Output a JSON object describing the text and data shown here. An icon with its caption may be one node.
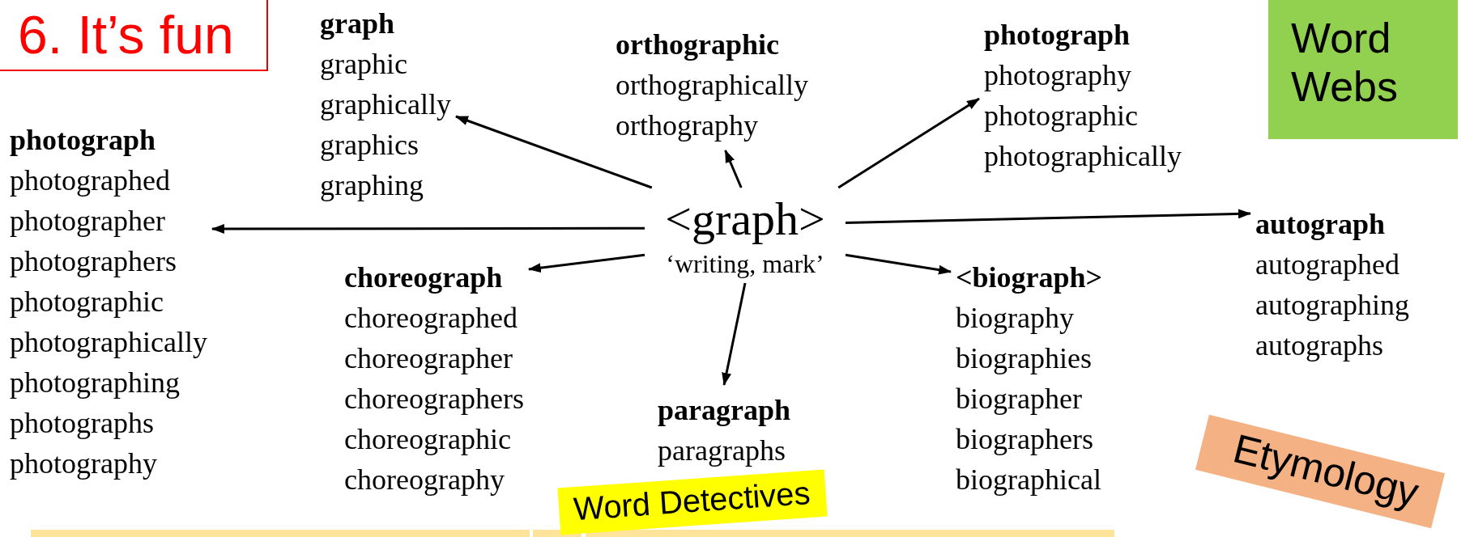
{
  "diagram": {
    "title": "6. It’s fun",
    "nodes": [
      {
        "text": [
          "<graph>"
        ],
        "beside": [
          "‘writing, mark’"
        ]
      },
      {
        "text": [
          "graph",
          "graphic",
          "graphically",
          "graphics",
          "graphing"
        ]
      },
      {
        "text": [
          "orthographic",
          "orthographically",
          "orthography"
        ]
      },
      {
        "text": [
          "photograph",
          "photography",
          "photographic",
          "photographically"
        ]
      },
      {
        "text": [
          "photograph",
          "photographed",
          "photographer",
          "photographers",
          "photographic",
          "photographically",
          "photographing",
          "photographs",
          "photography"
        ]
      },
      {
        "text": [
          "autograph",
          "autographed",
          "autographing",
          "autographs"
        ]
      },
      {
        "text": [
          "choreograph",
          "choreographed",
          "choreographer",
          "choreographers",
          "choreographic",
          "choreography"
        ]
      },
      {
        "text": [
          "<biograph>",
          "biography",
          "biographies",
          "biographer",
          "biographers",
          "biographical"
        ]
      },
      {
        "text": [
          "paragraph",
          "paragraphs"
        ]
      },
      {
        "text": [
          "Word Webs"
        ]
      },
      {
        "text": [
          "Word Detectives"
        ]
      },
      {
        "text": [
          "Etymology"
        ]
      }
    ],
    "edges": [
      {
        "from": 0,
        "to": 1,
        "arrow": "to"
      },
      {
        "from": 0,
        "to": 2,
        "arrow": "to"
      },
      {
        "from": 0,
        "to": 3,
        "arrow": "to"
      },
      {
        "from": 0,
        "to": 4,
        "arrow": "to"
      },
      {
        "from": 0,
        "to": 5,
        "arrow": "to"
      },
      {
        "from": 0,
        "to": 6,
        "arrow": "to"
      },
      {
        "from": 0,
        "to": 7,
        "arrow": "to"
      },
      {
        "from": 0,
        "to": 8,
        "arrow": "to"
      }
    ]
  }
}
